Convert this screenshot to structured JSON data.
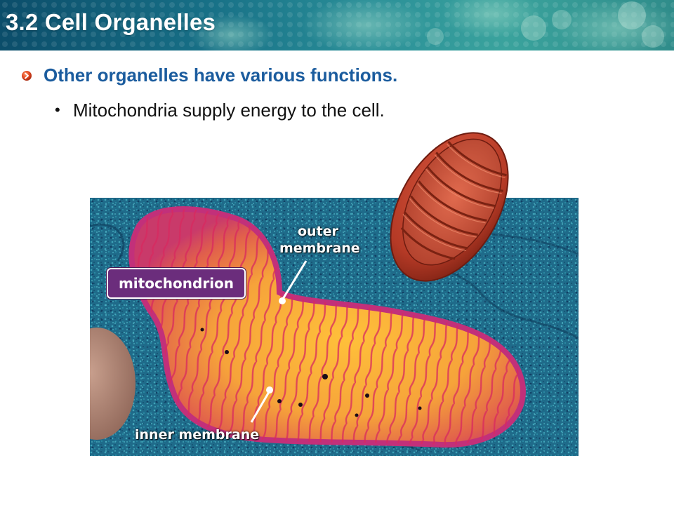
{
  "header": {
    "title": "3.2 Cell Organelles"
  },
  "bullets": {
    "main": "Other organelles have various functions.",
    "sub": "Mitochondria supply energy to the cell."
  },
  "figure": {
    "label_box": "mitochondrion",
    "outer_membrane_line1": "outer",
    "outer_membrane_line2": "membrane",
    "inner_membrane": "inner membrane"
  },
  "colors": {
    "title": "#ffffff",
    "main_bullet": "#1b5c9e",
    "sub_bullet": "#111111",
    "label_box_bg": "#6b2d7c",
    "bullet_icon": "#d9361f"
  },
  "icons": {
    "main_bullet": "orange-circle-bullet-icon",
    "sub_bullet": "dot-bullet-icon"
  }
}
